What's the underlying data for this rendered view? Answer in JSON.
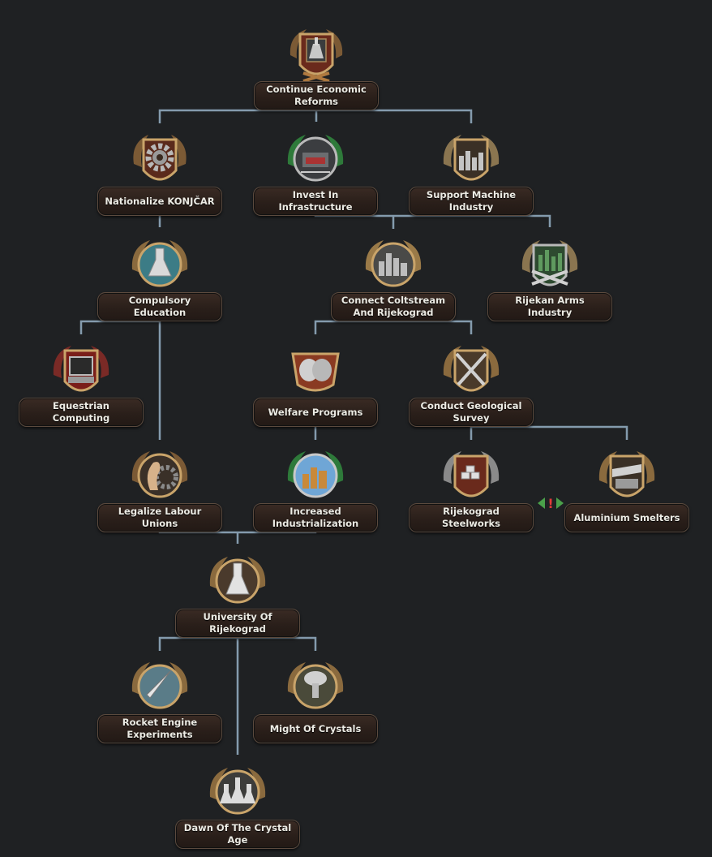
{
  "focus_tree": {
    "accent_line_color": "#8fa9bd",
    "frame_color": "#c9a46a",
    "focuses": [
      {
        "id": "continue-economic-reforms",
        "label": "Continue Economic Reforms",
        "icon": "factory-worker-icon"
      },
      {
        "id": "nationalize-konjcar",
        "label": "Nationalize KONJČAR",
        "icon": "gear-icon"
      },
      {
        "id": "invest-in-infrastructure",
        "label": "Invest In Infrastructure",
        "icon": "rail-infrastructure-icon"
      },
      {
        "id": "support-machine-industry",
        "label": "Support Machine Industry",
        "icon": "factory-city-icon"
      },
      {
        "id": "compulsory-education",
        "label": "Compulsory Education",
        "icon": "flask-icon"
      },
      {
        "id": "connect-coltstream-and-rijekograd",
        "label": "Connect Coltstream And Rijekograd",
        "icon": "city-skyline-icon"
      },
      {
        "id": "rijekan-arms-industry",
        "label": "Rijekan Arms Industry",
        "icon": "crossed-rifles-icon"
      },
      {
        "id": "equestrian-computing",
        "label": "Equestrian Computing",
        "icon": "computer-terminal-icon"
      },
      {
        "id": "welfare-programs",
        "label": "Welfare Programs",
        "icon": "clasped-hooves-icon"
      },
      {
        "id": "conduct-geological-survey",
        "label": "Conduct Geological Survey",
        "icon": "crossed-shovels-icon"
      },
      {
        "id": "legalize-labour-unions",
        "label": "Legalize Labour Unions",
        "icon": "pony-gear-icon"
      },
      {
        "id": "increased-industrialization",
        "label": "Increased Industrialization",
        "icon": "industrial-city-icon"
      },
      {
        "id": "rijekograd-steelworks",
        "label": "Rijekograd Steelworks",
        "icon": "steel-ingots-icon"
      },
      {
        "id": "aluminium-smelters",
        "label": "Aluminium Smelters",
        "icon": "smelter-icon"
      },
      {
        "id": "university-of-rijekograd",
        "label": "University Of Rijekograd",
        "icon": "flask-icon"
      },
      {
        "id": "rocket-engine-experiments",
        "label": "Rocket Engine Experiments",
        "icon": "rocket-icon"
      },
      {
        "id": "might-of-crystals",
        "label": "Might Of Crystals",
        "icon": "mushroom-cloud-icon"
      },
      {
        "id": "dawn-of-the-crystal-age",
        "label": "Dawn Of The Crystal Age",
        "icon": "three-flasks-icon"
      }
    ],
    "exclusive_marker": {
      "label": "!",
      "between": [
        "Rijekograd Steelworks",
        "Aluminium Smelters"
      ]
    }
  }
}
